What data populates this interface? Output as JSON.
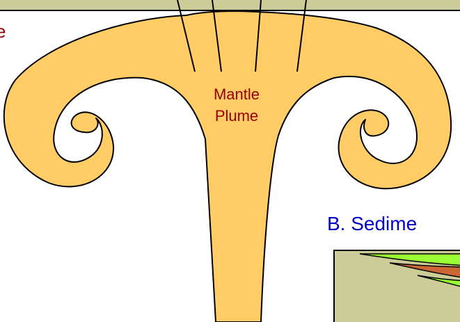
{
  "labels": {
    "plume_line1": "Mantle",
    "plume_line2": "Plume",
    "left_edge_fragment": "e",
    "section_b_title": "B. Sedime"
  },
  "colors": {
    "plume_fill": "#FFCC66",
    "plume_text": "#990000",
    "section_title": "#0000CC",
    "left_fragment": "#990000",
    "crust_block": "#CCCC99",
    "top_band": "#CCCC99",
    "sediment_green": "#99FF33",
    "sediment_brown": "#CC6633",
    "outline": "#000000"
  }
}
